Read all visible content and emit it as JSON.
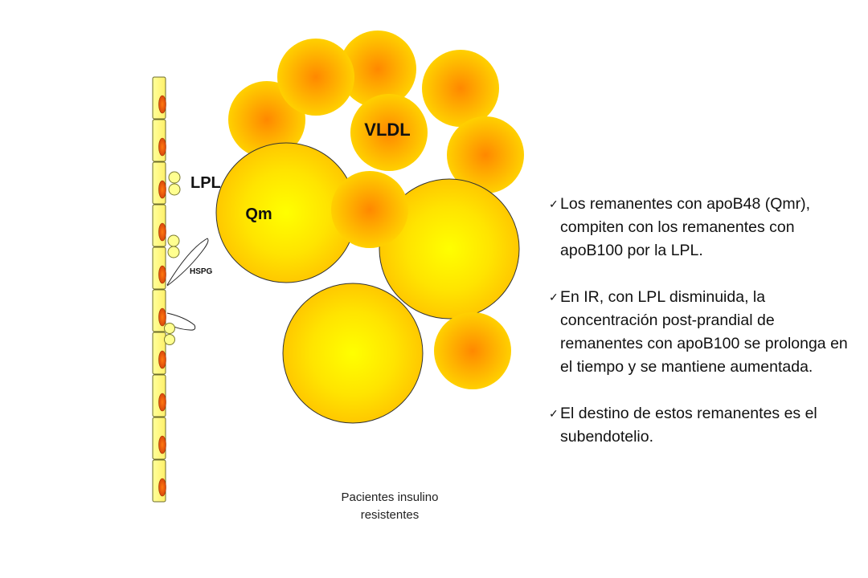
{
  "labels": {
    "vldl": "VLDL",
    "qm": "Qm",
    "lpl": "LPL",
    "hspg": "HSPG"
  },
  "caption": {
    "line1": "Pacientes insulino",
    "line2": "resistentes"
  },
  "bullets": [
    {
      "text": "Los remanentes con apoB48 (Qmr), compiten con los remanentes con apoB100 por la LPL."
    },
    {
      "text": "En IR, con LPL disminuida, la concentración post-prandial de remanentes con apoB100 se prolonga en el tiempo y se mantiene aumentada."
    },
    {
      "text": "El destino de estos remanentes es el subendotelio."
    }
  ],
  "icons": {
    "bullet": "checkmark-icon"
  },
  "colors": {
    "particle_center_orange": "#ff8c00",
    "particle_edge_yellow": "#ffd200",
    "large_particle_center": "#ffff00",
    "endothelial_cell": "#ffffa0",
    "nucleus": "#e85a0a"
  }
}
